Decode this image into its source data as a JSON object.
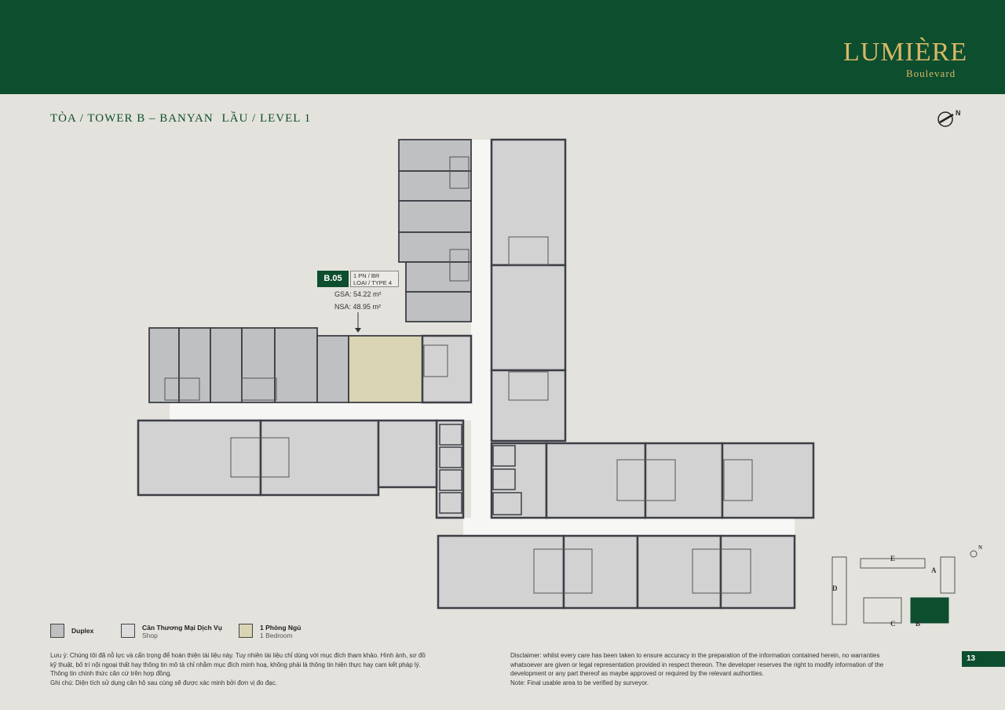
{
  "brand": {
    "name": "LUMIÈRE",
    "sub": "Boulevard"
  },
  "title": {
    "tower": "TÒA / TOWER B – BANYAN",
    "level": "LẦU / LEVEL 1"
  },
  "compass_label": "N",
  "callout": {
    "unit": "B.05",
    "type_line1": "1 PN / BR",
    "type_line2": "LOẠI / TYPE 4",
    "gsa": "GSA: 54.22 m²",
    "nsa": "NSA: 48.95 m²"
  },
  "legend": [
    {
      "label": "Duplex",
      "sub": "",
      "color": "#bfc0c2"
    },
    {
      "label": "Căn Thương Mại Dịch Vụ",
      "sub": "Shop",
      "color": "#dcdcdc"
    },
    {
      "label": "1 Phòng Ngủ",
      "sub": "1 Bedroom",
      "color": "#d9d4b4"
    }
  ],
  "key_plan": {
    "towers": [
      "E",
      "A",
      "D",
      "C",
      "B"
    ],
    "compass_label": "N"
  },
  "notes_vi": [
    "Lưu ý: Chúng tôi đã nỗ lực và cẩn trọng để hoàn thiện tài liệu này. Tuy nhiên tài liệu chỉ dùng với mục đích tham khảo. Hình ảnh, sơ đồ",
    "kỹ thuật, bố trí nội ngoại thất hay thông tin mô tả chỉ nhằm mục đích minh hoạ, không phải là thông tin hiện thực hay cam kết pháp lý.",
    "Thông tin chính thức căn cứ trên hợp đồng.",
    "Ghi chú: Diện tích sử dụng căn hộ sau cùng sẽ được xác minh bởi đơn vị đo đạc."
  ],
  "notes_en": [
    "Disclaimer: whilst every care has been taken to ensure accuracy in the preparation of the information contained herein, no warranties",
    "whatsoever are given or legal representation provided in respect thereon. The developer reserves the right to modify information of the",
    "development or any part thereof as maybe approved or required by the relevant authorities.",
    "Note: Final usable area to be verified by surveyor."
  ],
  "page_number": "13",
  "colors": {
    "brand_green": "#0d4e2f",
    "gold": "#d8b867",
    "background": "#e4e2dc"
  }
}
